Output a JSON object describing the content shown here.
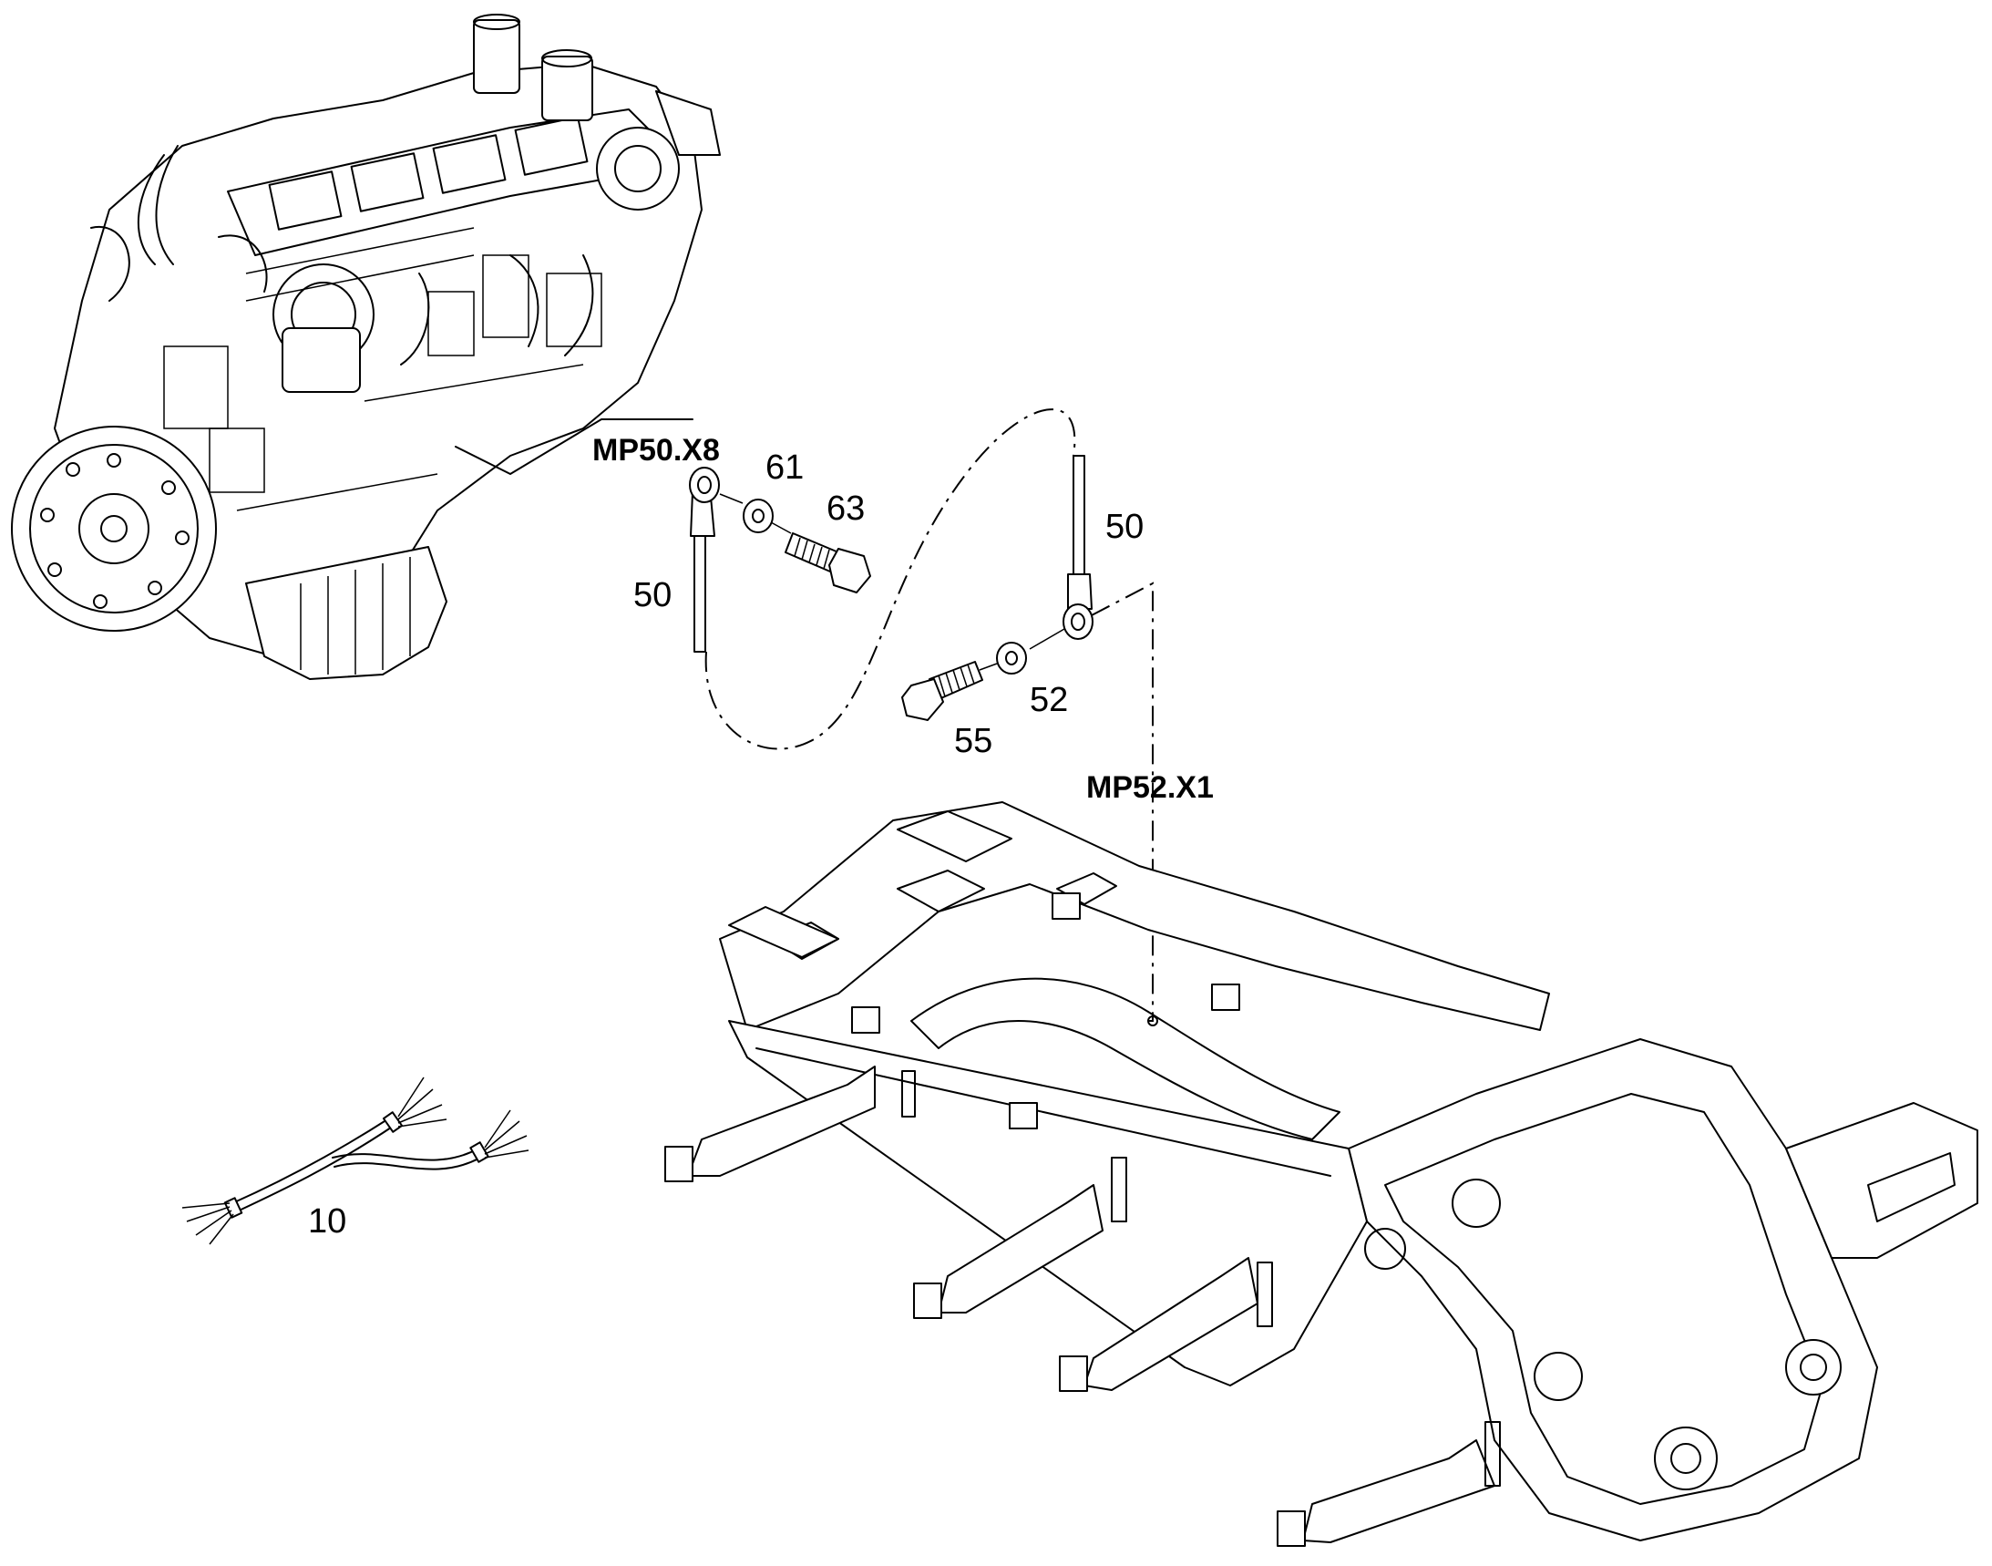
{
  "diagram": {
    "labels": {
      "mp50": "MP50.X8",
      "mp52": "MP52.X1"
    },
    "callouts": {
      "c61": "61",
      "c63": "63",
      "c50_left": "50",
      "c50_right": "50",
      "c52": "52",
      "c55": "55",
      "c10": "10"
    },
    "colors": {
      "line": "#000000",
      "background": "#ffffff"
    }
  }
}
